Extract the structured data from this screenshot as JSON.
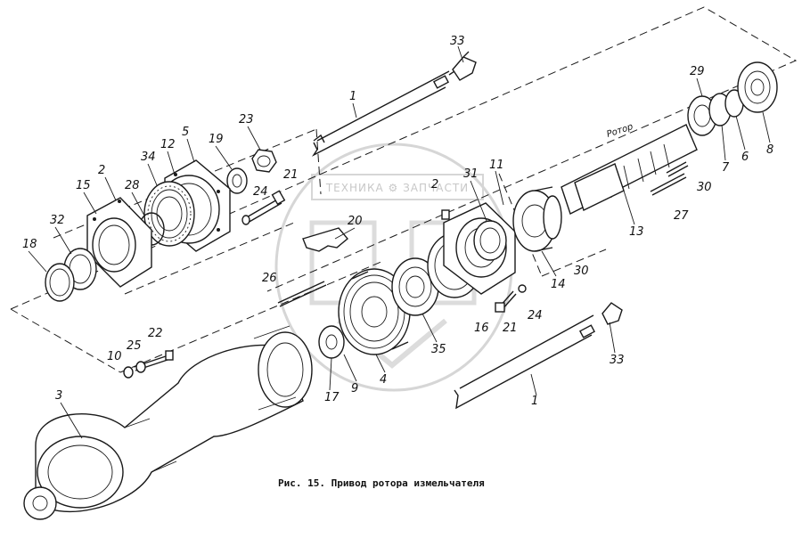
{
  "caption": "Рис. 15. Привод ротора измельчателя",
  "rotor_label": "Ротор",
  "watermark": {
    "text": "ТЕХНИКА ⚙ ЗАПЧАСТИ",
    "color": "#9a9a9a"
  },
  "callouts": [
    "1",
    "2",
    "3",
    "4",
    "5",
    "6",
    "7",
    "8",
    "9",
    "10",
    "11",
    "12",
    "13",
    "14",
    "15",
    "16",
    "17",
    "18",
    "19",
    "20",
    "21",
    "22",
    "23",
    "24",
    "25",
    "26",
    "27",
    "28",
    "29",
    "30",
    "31",
    "32",
    "33",
    "34",
    "35"
  ],
  "labels": {
    "l33a": "33",
    "l1a": "1",
    "l23": "23",
    "l5": "5",
    "l12": "12",
    "l34": "34",
    "l19": "19",
    "l2a": "2",
    "l15": "15",
    "l28": "28",
    "l21a": "21",
    "l24a": "24",
    "l32": "32",
    "l18": "18",
    "l26": "26",
    "l20": "20",
    "l2b": "2",
    "l31": "31",
    "l11": "11",
    "l29": "29",
    "l6": "6",
    "l8": "8",
    "l7": "7",
    "l30a": "30",
    "l27": "27",
    "l13": "13",
    "l14": "14",
    "l30b": "30",
    "l24b": "24",
    "l21b": "21",
    "l16": "16",
    "l35": "35",
    "l4": "4",
    "l9": "9",
    "l17": "17",
    "l10": "10",
    "l25": "25",
    "l22": "22",
    "l3": "3",
    "l33b": "33",
    "l1b": "1"
  }
}
